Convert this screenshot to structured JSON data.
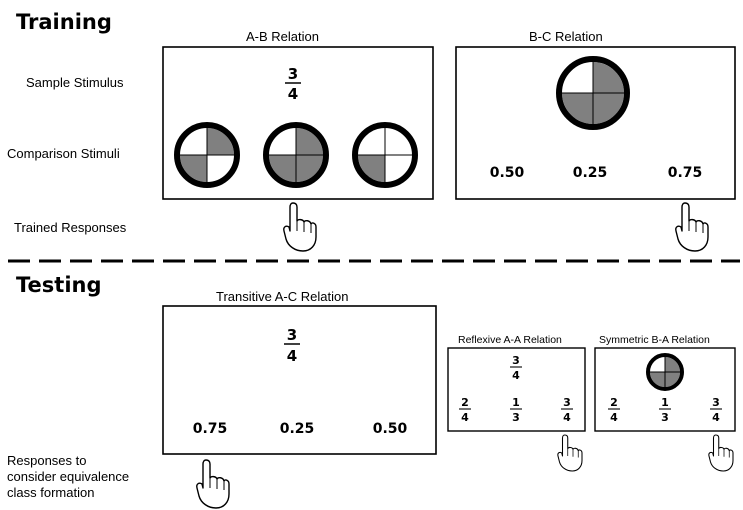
{
  "training": {
    "heading": "Training",
    "row_labels": {
      "sample": "Sample Stimulus",
      "comparison": "Comparison Stimuli",
      "trained": "Trained Responses"
    },
    "ab": {
      "title": "A-B Relation",
      "sample": {
        "num": "3",
        "den": "4"
      },
      "comparison_pies": [
        {
          "quarters_shaded": 2
        },
        {
          "quarters_shaded": 3
        },
        {
          "quarters_shaded": 1
        }
      ]
    },
    "bc": {
      "title": "B-C Relation",
      "sample_pie": {
        "quarters_shaded": 3
      },
      "comparisons": [
        "0.50",
        "0.25",
        "0.75"
      ]
    }
  },
  "testing": {
    "heading": "Testing",
    "responses_label": [
      "Responses to",
      "consider equivalence",
      "class formation"
    ],
    "ac": {
      "title": "Transitive A-C Relation",
      "sample": {
        "num": "3",
        "den": "4"
      },
      "comparisons": [
        "0.75",
        "0.25",
        "0.50"
      ]
    },
    "aa": {
      "title": "Reflexive A-A Relation",
      "sample": {
        "num": "3",
        "den": "4"
      },
      "comparisons": [
        {
          "num": "2",
          "den": "4"
        },
        {
          "num": "1",
          "den": "3"
        },
        {
          "num": "3",
          "den": "4"
        }
      ]
    },
    "ba": {
      "title": "Symmetric B-A Relation",
      "sample_pie": {
        "quarters_shaded": 3
      },
      "comparisons": [
        {
          "num": "2",
          "den": "4"
        },
        {
          "num": "1",
          "den": "3"
        },
        {
          "num": "3",
          "den": "4"
        }
      ]
    }
  },
  "colors": {
    "shade": "#808080",
    "outline": "#000000",
    "background": "#ffffff"
  }
}
